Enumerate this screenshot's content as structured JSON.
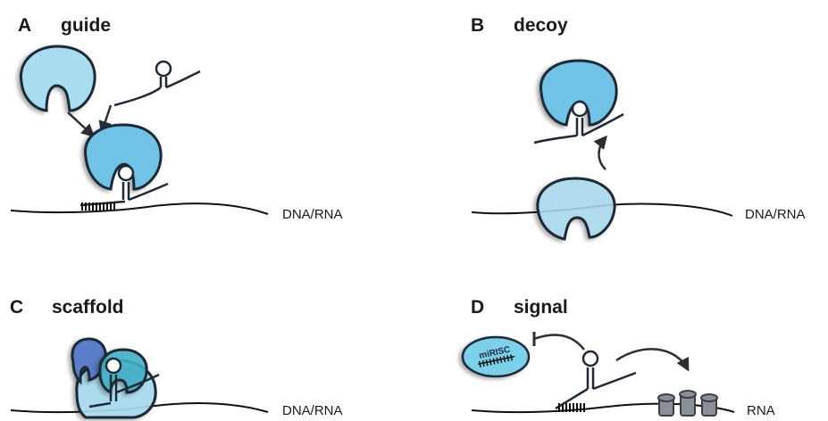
{
  "panels": [
    {
      "letter": "A",
      "title": "guide",
      "strand_label": "DNA/RNA"
    },
    {
      "letter": "B",
      "title": "decoy",
      "strand_label": "DNA/RNA"
    },
    {
      "letter": "C",
      "title": "scaffold",
      "strand_label": "DNA/RNA"
    },
    {
      "letter": "D",
      "title": "signal",
      "strand_label": "RNA"
    }
  ],
  "misc": {
    "complex_label": "miRISC"
  },
  "colors": {
    "protein_light": "#a9dcf0",
    "protein_mid": "#6fc3e6",
    "protein_dark_blue": "#5a7fc8",
    "outline": "#1f2a36",
    "ribosome": "#8a8f96"
  }
}
